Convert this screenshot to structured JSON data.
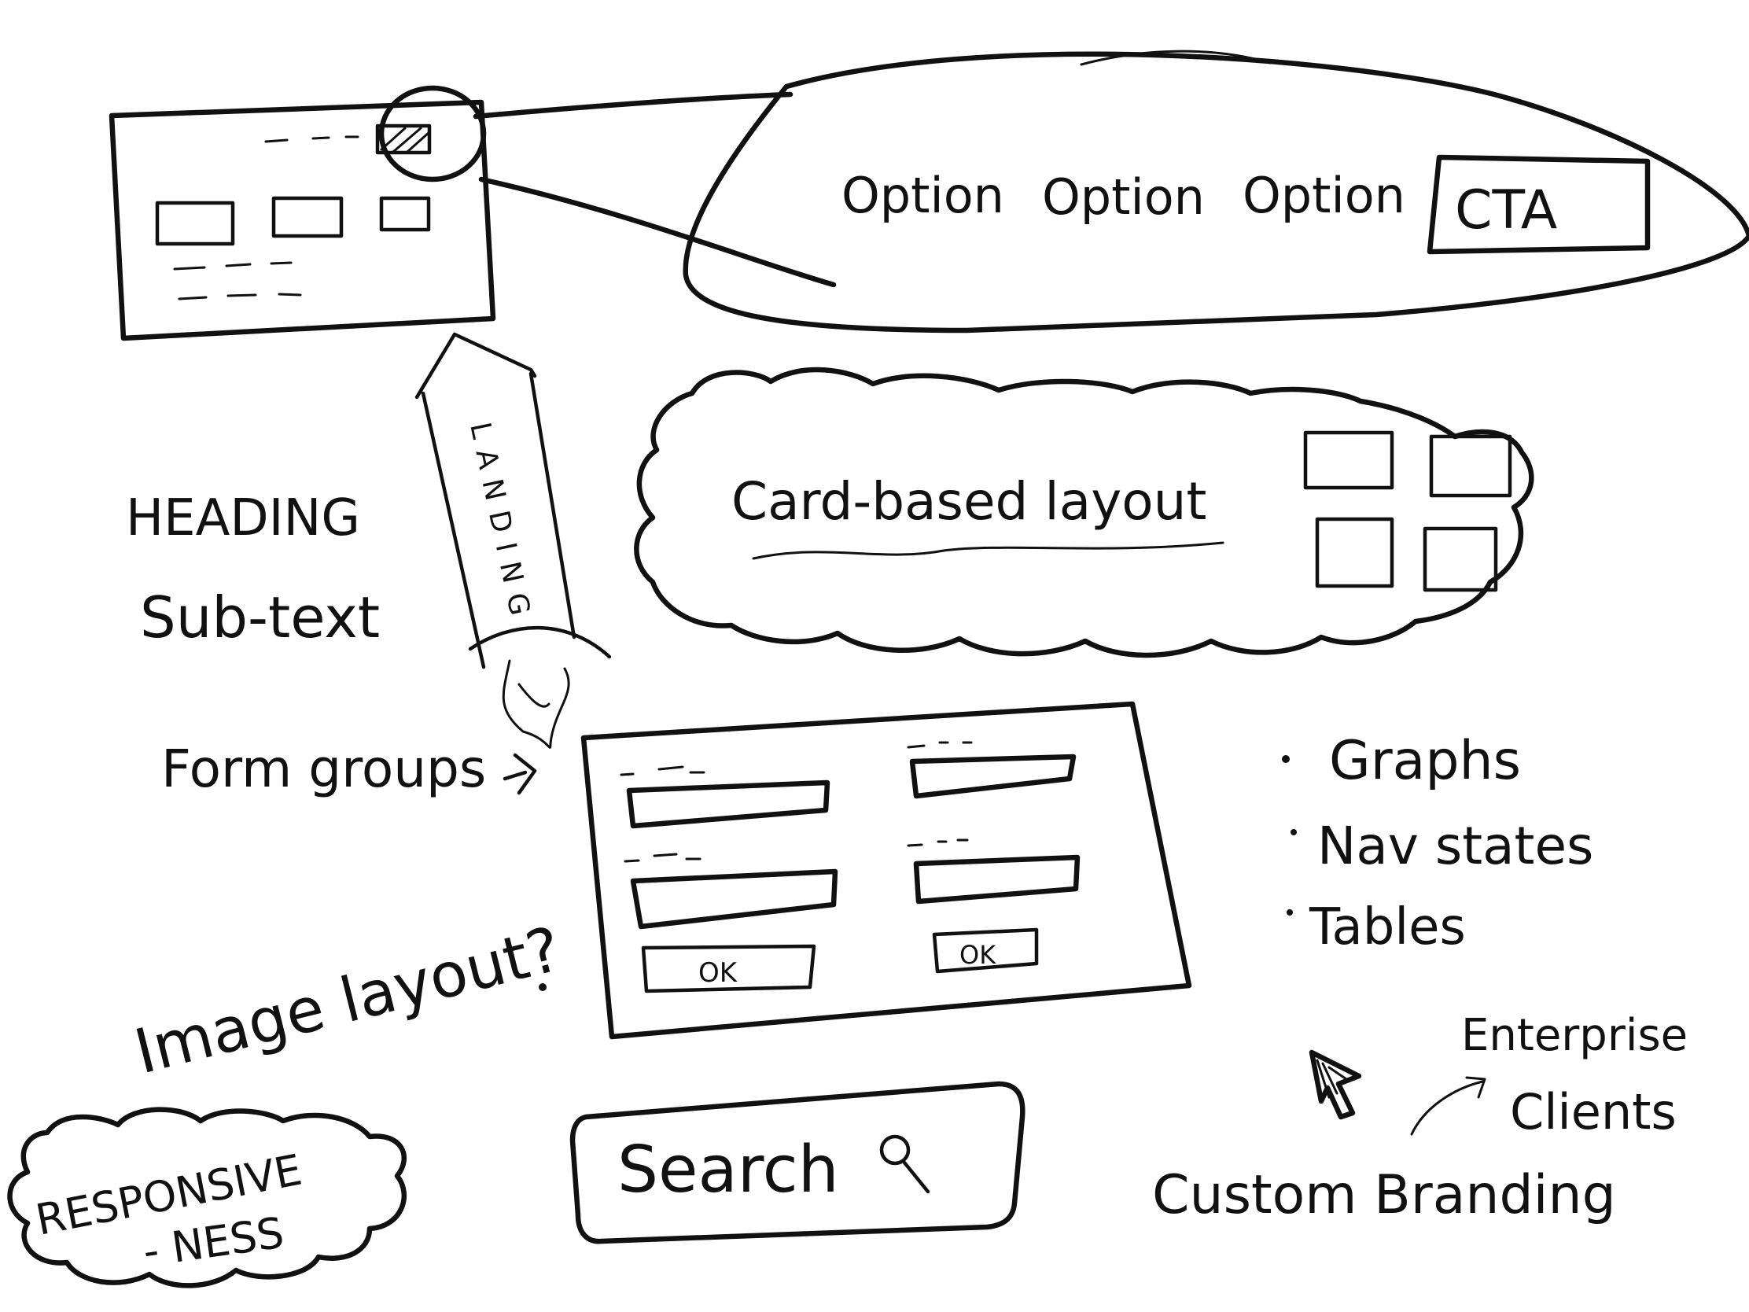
{
  "nav_bubble": {
    "options": [
      "Option",
      "Option",
      "Option"
    ],
    "cta_label": "CTA"
  },
  "cards_cloud": {
    "title": "Card-based layout"
  },
  "rocket": {
    "label": "LANDING"
  },
  "hero_text": {
    "heading": "HEADING",
    "subtext": "Sub-text"
  },
  "form_groups": {
    "label": "Form groups",
    "ok_left": "OK",
    "ok_right": "OK"
  },
  "image_layout": {
    "label": "Image layout?"
  },
  "bullets": [
    "Graphs",
    "Nav states",
    "Tables"
  ],
  "responsive": {
    "line1": "RESPONSIVE",
    "line2": "- NESS"
  },
  "search": {
    "placeholder": "Search"
  },
  "enterprise": {
    "line1": "Enterprise",
    "line2": "Clients"
  },
  "branding": {
    "label": "Custom Branding"
  },
  "icons": {
    "search": "search-icon",
    "cursor": "cursor-icon",
    "arrow": "arrow-icon"
  }
}
